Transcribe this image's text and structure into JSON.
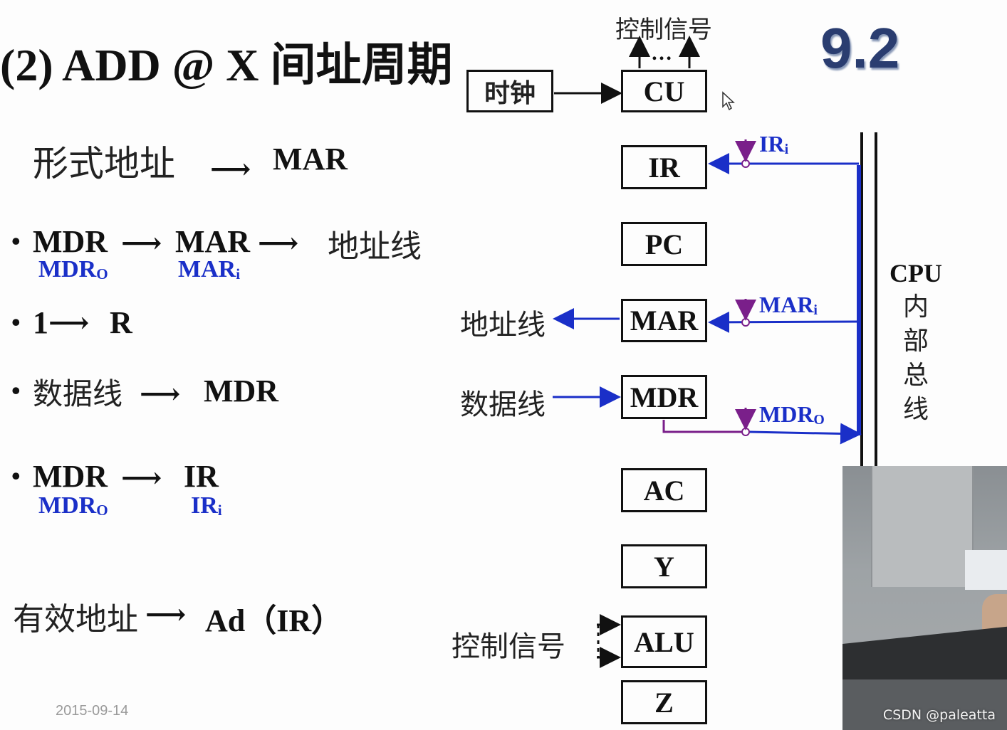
{
  "title": "(2) ADD @ X 间址周期",
  "version": "9.2",
  "date": "2015-09-14",
  "watermark": "CSDN @paleatta",
  "steps": {
    "formal_address": "形式地址",
    "mar": "MAR",
    "s1_from": "MDR",
    "s1_mid": "MAR",
    "s1_to": "地址线",
    "s1_label_a": "MDR",
    "s1_label_a_sub": "O",
    "s1_label_b": "MAR",
    "s1_label_b_sub": "i",
    "s2": "1",
    "s2_to": "R",
    "s3_from": "数据线",
    "s3_to": "MDR",
    "s4_from": "MDR",
    "s4_to": "IR",
    "s4_label_a": "MDR",
    "s4_label_a_sub": "O",
    "s4_label_b": "IR",
    "s4_label_b_sub": "i",
    "effective_address": "有效地址",
    "ad_ir": "Ad（IR）"
  },
  "diagram": {
    "control_signal_top": "控制信号",
    "dots": "…",
    "clock": "时钟",
    "registers": [
      "CU",
      "IR",
      "PC",
      "MAR",
      "MDR",
      "AC",
      "Y",
      "ALU",
      "Z"
    ],
    "address_line": "地址线",
    "data_line": "数据线",
    "control_signal_bottom": "控制信号",
    "ir_in": "IR",
    "ir_in_sub": "i",
    "mar_in": "MAR",
    "mar_in_sub": "i",
    "mdr_out": "MDR",
    "mdr_out_sub": "O",
    "bus_label": [
      "CPU",
      "内",
      "部",
      "总",
      "线"
    ]
  },
  "colors": {
    "blue": "#1a2fc8",
    "purple": "#7a1f8a",
    "version": "#2a3d70"
  }
}
